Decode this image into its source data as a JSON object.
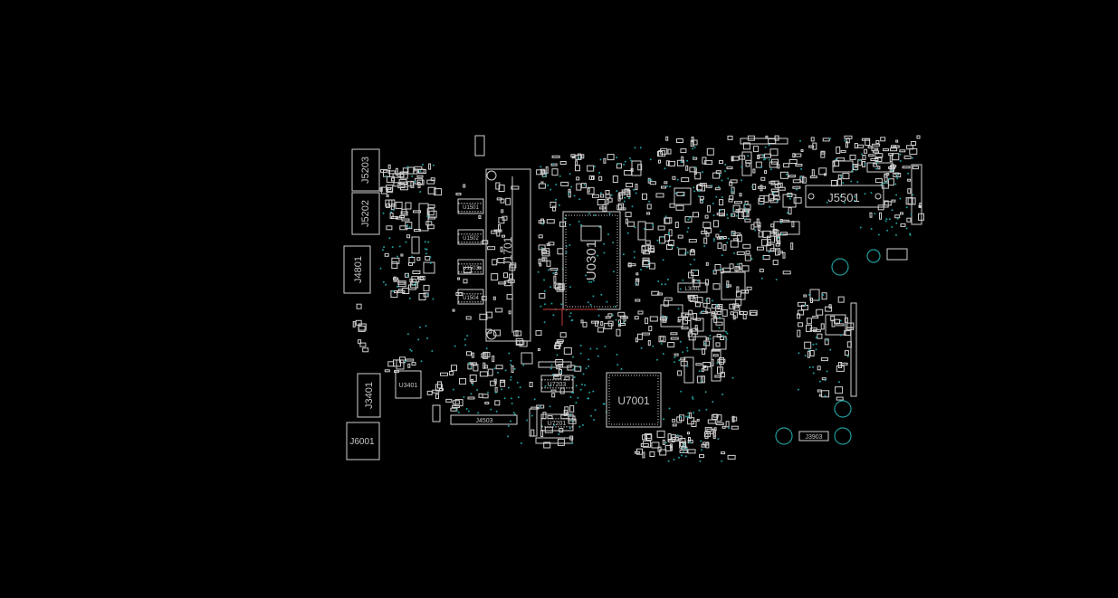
{
  "colors": {
    "background": "#000000",
    "outline": "#d0d0d0",
    "label": "#c8c8c8",
    "via": "#1f9c9c",
    "accent_line": "#c94040"
  },
  "components": {
    "j5203": "J5203",
    "j5202": "J5202",
    "j4801": "J4801",
    "j3401": "J3401",
    "j6001": "J6001",
    "u3401": "U3401",
    "j4503": "J4503",
    "u1501": "U1501",
    "u1502": "U1502",
    "u1503": "U1503",
    "u1504": "U1504",
    "j1701": "J1701",
    "u0301": "U0301",
    "u7203": "U7203",
    "u7201": "U7201",
    "u7001": "U7001",
    "j5501": "J5501",
    "l3001": "L3001",
    "j3903": "J3903"
  }
}
